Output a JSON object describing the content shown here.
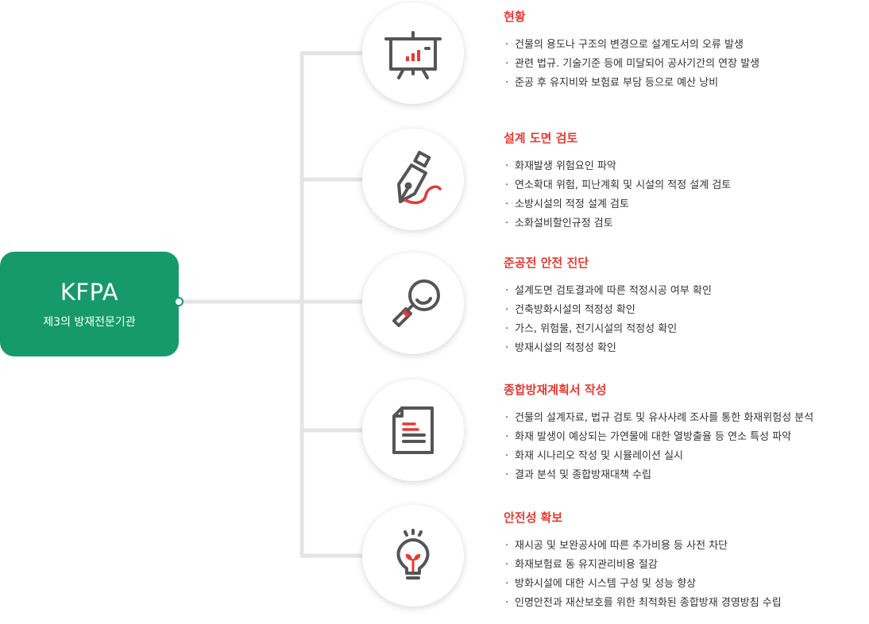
{
  "root": {
    "title": "KFPA",
    "subtitle": "제3의 방재전문기관"
  },
  "colors": {
    "primary": "#169a6c",
    "accent": "#e63a33",
    "icon": "#555555",
    "connector": "#e4e4e4"
  },
  "sections": [
    {
      "icon": "presentation-chart-icon",
      "title": "현황",
      "items": [
        "건물의 용도나 구조의 변경으로 설계도서의 오류 발생",
        "관련 법규. 기술기준 등에 미달되어 공사기간의 연장 발생",
        "준공 후 유지비와 보험료 부담 등으로 예산 낭비"
      ]
    },
    {
      "icon": "fountain-pen-icon",
      "title": "설계 도면 검토",
      "items": [
        "화재발생 위험요인 파악",
        "연소확대 위험, 피난계획 및 시설의 적정 설계 검토",
        "소방시설의 적정 설계 검토",
        "소화설비할인규정 검토"
      ]
    },
    {
      "icon": "magnifier-icon",
      "title": "준공전 안전 진단",
      "items": [
        "설계도면 검토결과에 따른 적정시공 여부 확인",
        "건축방화시설의 적정성 확인",
        "가스, 위험물, 전기시설의 적정성 확인",
        "방재시설의 적정성 확인"
      ]
    },
    {
      "icon": "document-icon",
      "title": "종합방재계획서 작성",
      "items": [
        "건물의 설계자료, 법규 검토 및 유사사례 조사를 통한 화재위험성 분석",
        "화재 발생이 예상되는 가연물에 대한 열방출율 등 연소 특성 파악",
        "화재 시나리오 작성 및 시뮬레이션 실시",
        "결과 분석 및 종합방재대책 수립"
      ]
    },
    {
      "icon": "lightbulb-sprout-icon",
      "title": "안전성 확보",
      "items": [
        "재시공 및 보완공사에 따른 추가비용 등 사전 차단",
        "화재보험료 동 유지관리비용 절감",
        "방화시설에 대한 시스템 구성 및 성능 향상",
        "인명안전과 재산보호를 위한 최적화된 종합방재 경영방침 수립"
      ]
    }
  ]
}
